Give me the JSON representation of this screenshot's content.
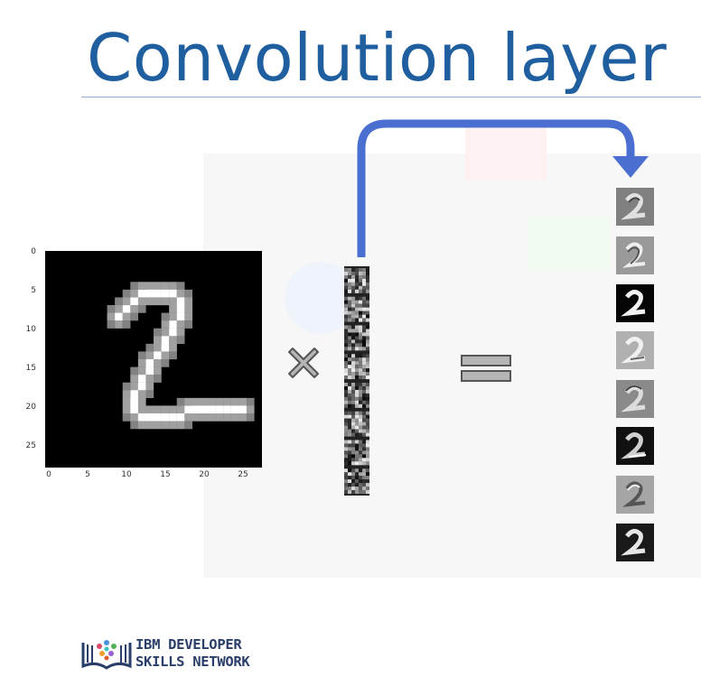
{
  "title": "Convolution layer",
  "plot": {
    "y_ticks": [
      "0",
      "5",
      "10",
      "15",
      "20",
      "25"
    ],
    "x_ticks": [
      "0",
      "5",
      "10",
      "15",
      "20",
      "25"
    ]
  },
  "feature_maps": [
    {
      "brightness": "mid-grey"
    },
    {
      "brightness": "light-grey"
    },
    {
      "brightness": "black"
    },
    {
      "brightness": "light-grey"
    },
    {
      "brightness": "mid-grey"
    },
    {
      "brightness": "black"
    },
    {
      "brightness": "light-grey"
    },
    {
      "brightness": "black"
    }
  ],
  "colors": {
    "title": "#1f5fa0",
    "arrow": "#4a6fd0",
    "operator_fill": "#b5b5b5"
  },
  "logo": {
    "line1": "IBM DEVELOPER",
    "line2": "SKILLS NETWORK"
  }
}
